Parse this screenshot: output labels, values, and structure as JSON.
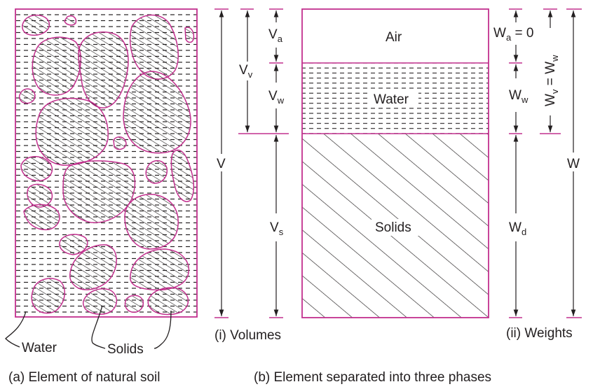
{
  "panel_a": {
    "labels": {
      "water": "Water",
      "solids": "Solids"
    },
    "caption": "(a) Element of natural soil"
  },
  "panel_b": {
    "phases": {
      "air": "Air",
      "water": "Water",
      "solids": "Solids"
    },
    "volumes": {
      "caption": "(i) Volumes",
      "V": "V",
      "Vv": {
        "base": "V",
        "sub": "v"
      },
      "Va": {
        "base": "V",
        "sub": "a"
      },
      "Vw": {
        "base": "V",
        "sub": "w"
      },
      "Vs": {
        "base": "V",
        "sub": "s"
      }
    },
    "weights": {
      "caption": "(ii) Weights",
      "W": "W",
      "Wa": {
        "base": "W",
        "sub": "a",
        "rest": " = 0"
      },
      "Ww": {
        "base": "W",
        "sub": "w"
      },
      "Wd": {
        "base": "W",
        "sub": "d"
      },
      "Wv": {
        "base": "W",
        "sub": "v",
        "mid": " = W",
        "sub2": "w"
      }
    },
    "caption": "(b) Element separated into three phases"
  },
  "colors": {
    "outline": "#c2308e",
    "ink": "#231f20"
  }
}
